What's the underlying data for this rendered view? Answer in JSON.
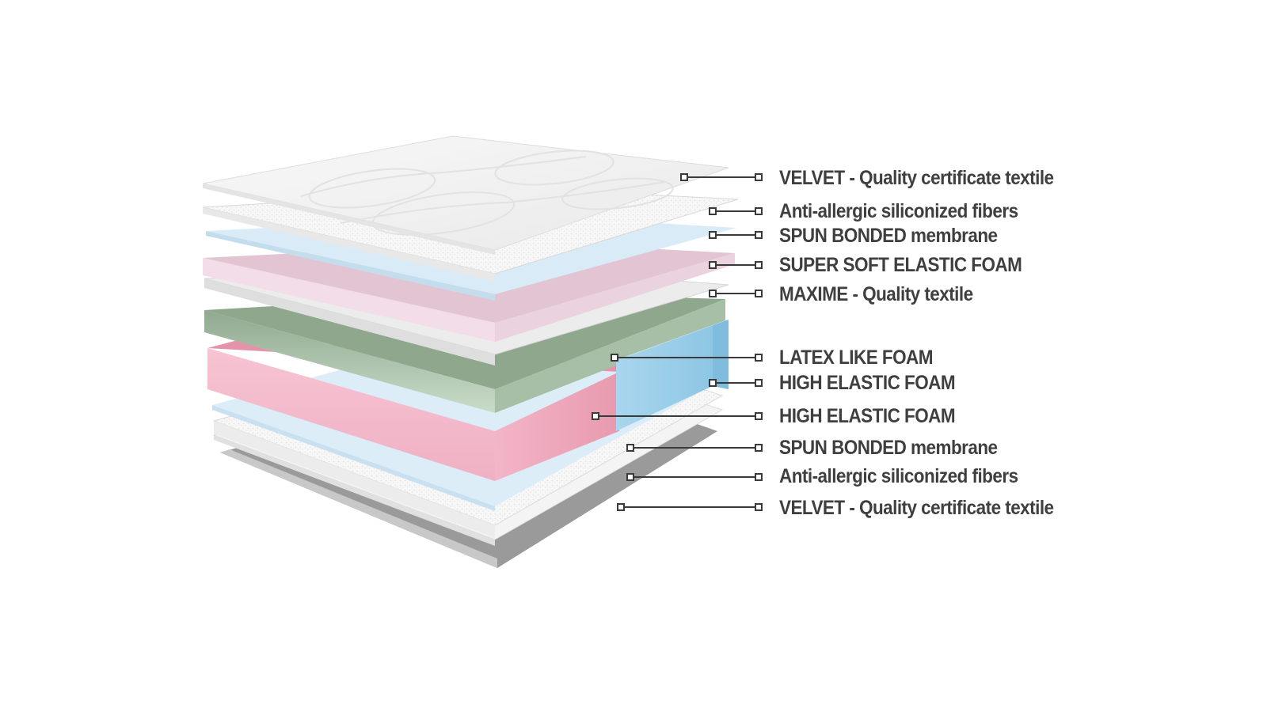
{
  "layers": [
    {
      "label": "VELVET - Quality certificate textile"
    },
    {
      "label": "Anti-allergic siliconized fibers"
    },
    {
      "label": "SPUN BONDED membrane"
    },
    {
      "label": "SUPER SOFT ELASTIC FOAM"
    },
    {
      "label": "MAXIME - Quality textile"
    },
    {
      "label": "LATEX LIKE FOAM"
    },
    {
      "label": "HIGH ELASTIC FOAM"
    },
    {
      "label": "HIGH ELASTIC FOAM"
    },
    {
      "label": "SPUN BONDED membrane"
    },
    {
      "label": "Anti-allergic siliconized fibers"
    },
    {
      "label": "VELVET - Quality certificate textile"
    }
  ],
  "colors": {
    "velvet": "#f2f2f2",
    "fibers": "#fafafa",
    "spun_bonded": "#dcecf7",
    "super_soft_foam": "#e8cfdc",
    "maxime_textile": "#e6e6e6",
    "latex_like_foam": "#9fb79f",
    "high_elastic_foam_pink": "#f1b3c6",
    "high_elastic_foam_blue": "#9fd0ea",
    "base_shadow": "#9a9a9a",
    "callout_line": "#3a3a3a",
    "label_text": "#3f3f3f"
  }
}
